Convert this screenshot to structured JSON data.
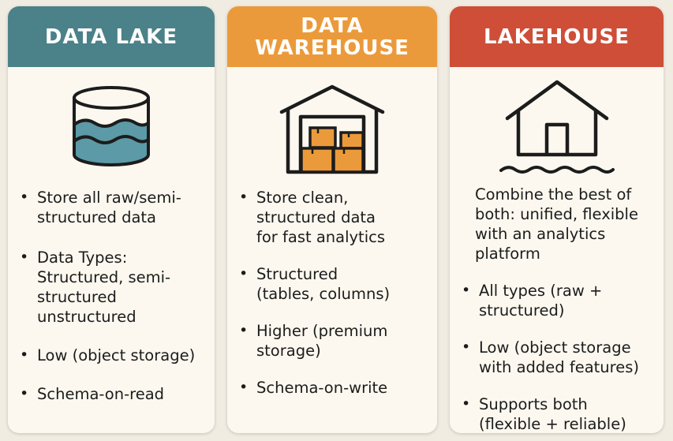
{
  "colors": {
    "lake": "#4b8188",
    "warehouse": "#eb9a3b",
    "lakehouse": "#ce4e38",
    "background": "#f1ece2",
    "card": "#fcf8ef"
  },
  "cards": [
    {
      "title": "DATA LAKE",
      "icon": "database-water-icon",
      "items": [
        "Store all raw/semi-\nstructured data",
        "Data Types:\nStructured,  semi-\nstructured\nunstructured",
        "Low (object storage)",
        "Schema-on-read"
      ]
    },
    {
      "title": "DATA\nWAREHOUSE",
      "icon": "warehouse-boxes-icon",
      "items": [
        "Store clean,\nstructured  data\nfor fast analytics",
        "Structured\n(tables, columns)",
        "Higher (premium\nstorage)",
        "Schema-on-write"
      ]
    },
    {
      "title": "LAKEHOUSE",
      "icon": "house-water-icon",
      "intro": "Combine the best of\nboth: unified, flexible\nwith an analytics\nplatform",
      "items": [
        "All types (raw +\nstructured)",
        "Low (object storage\nwith added features)",
        "Supports both\n(flexible + reliable)"
      ]
    }
  ]
}
